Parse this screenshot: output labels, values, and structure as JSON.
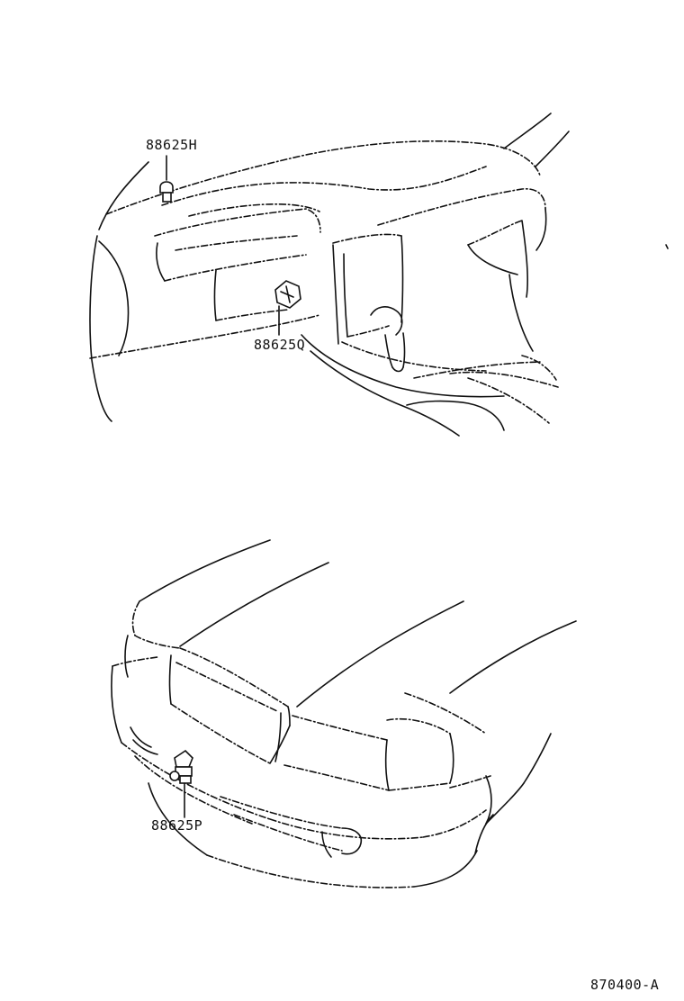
{
  "callouts": {
    "part_h": "88625H",
    "part_q": "88625Q",
    "part_p": "88625P"
  },
  "figure_ref": "870400-A"
}
